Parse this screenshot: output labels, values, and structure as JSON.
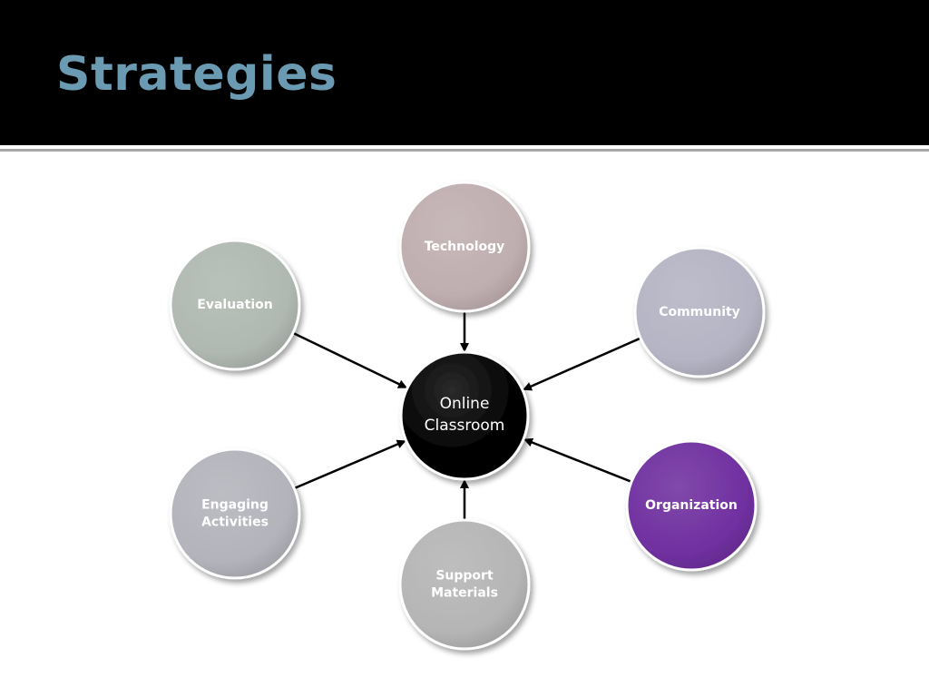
{
  "slide": {
    "title": "Strategies"
  },
  "diagram": {
    "center": {
      "lines": [
        "Online",
        "Classroom"
      ],
      "color": "#000000"
    },
    "nodes": [
      {
        "id": "technology",
        "lines": [
          "Technology"
        ],
        "color": "#bfaeb0"
      },
      {
        "id": "community",
        "lines": [
          "Community"
        ],
        "color": "#b4b4c4"
      },
      {
        "id": "organization",
        "lines": [
          "Organization"
        ],
        "color": "#7030a0"
      },
      {
        "id": "support-materials",
        "lines": [
          "Support",
          "Materials"
        ],
        "color": "#b5b5b5"
      },
      {
        "id": "engaging-activities",
        "lines": [
          "Engaging",
          "Activities"
        ],
        "color": "#b3b4bb"
      },
      {
        "id": "evaluation",
        "lines": [
          "Evaluation"
        ],
        "color": "#b0b8b2"
      }
    ]
  }
}
